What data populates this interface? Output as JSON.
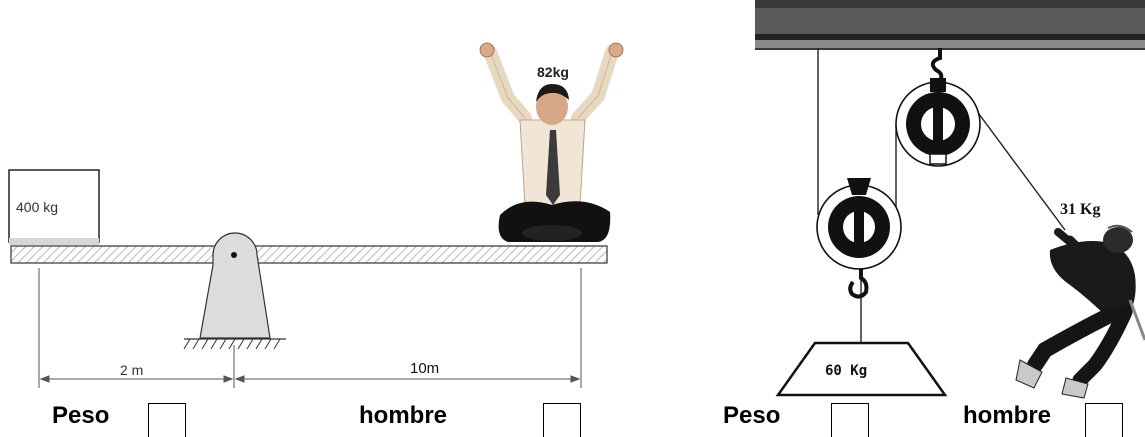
{
  "lever": {
    "box_weight": "400 kg",
    "person_weight": "82kg",
    "distance_left": "2 m",
    "distance_right": "10m"
  },
  "pulley": {
    "load_weight": "60 Kg",
    "climber_weight": "31 Kg"
  },
  "answers": {
    "left_weight_label": "Peso",
    "left_man_label": "hombre",
    "right_weight_label": "Peso",
    "right_man_label": "hombre"
  },
  "icons": [
    "person-sitting-icon",
    "climber-icon",
    "pulley-icon",
    "hook-icon",
    "fulcrum-icon"
  ]
}
